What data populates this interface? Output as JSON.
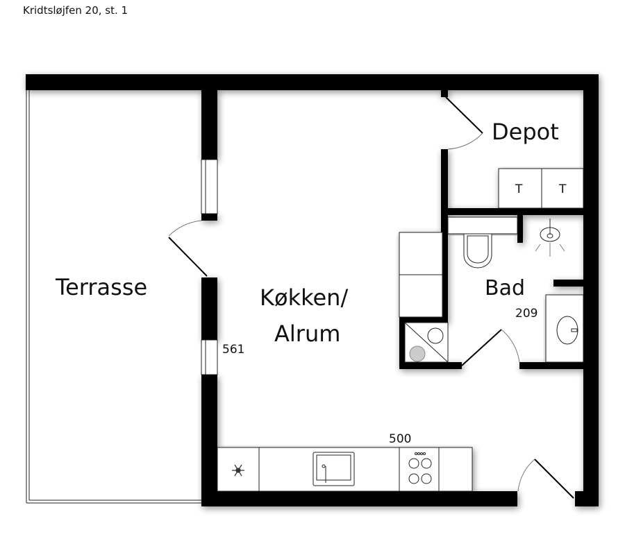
{
  "header": {
    "address": "Kridtsløjfen 20, st. 1"
  },
  "rooms": {
    "terrasse": "Terrasse",
    "kitchen_line1": "Køkken/",
    "kitchen_line2": "Alrum",
    "depot": "Depot",
    "bad": "Bad"
  },
  "dimensions": {
    "kitchen_height": "561",
    "kitchen_width": "500",
    "bad": "209"
  },
  "fixtures": {
    "cabinet_1": "T",
    "cabinet_2": "T"
  }
}
